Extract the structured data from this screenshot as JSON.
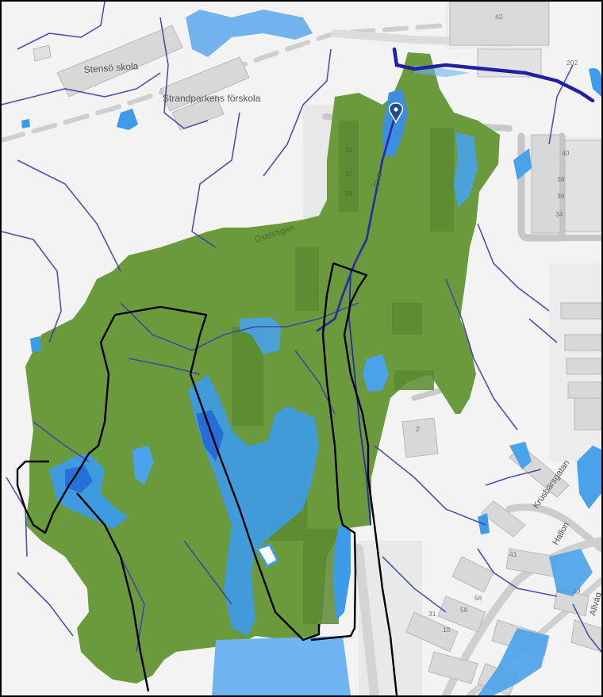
{
  "map": {
    "place_labels": {
      "school": "Stensö skola",
      "preschool": "Strandparkens förskola"
    },
    "street_labels": {
      "oxelstigen": "Oxelstigen",
      "oxel_short": "Oxe",
      "krusbarsgatan": "Krusbärsgatan",
      "hallon": "Hallon",
      "allvag": "Allväg"
    },
    "building_numbers": {
      "b42": "42",
      "b202": "202",
      "b40": "40",
      "b38": "38",
      "b36": "36",
      "b34": "34",
      "b35": "35",
      "b37": "37",
      "b39": "39",
      "b2": "2",
      "b41": "41",
      "b56": "56",
      "b58": "58",
      "b31": "31",
      "b15": "15",
      "b19": "19"
    },
    "colors": {
      "catchment": "#6a9a3c",
      "water": "#3d9be9",
      "water_deep": "#1f63d4",
      "stream": "#3f3fa8",
      "main_stream": "#2a2aa5",
      "building": "#d6d6d6",
      "road": "#c4c4c4",
      "boundary": "#000000",
      "marker": "#1d4f8e"
    },
    "marker_icon": "location-pin-icon"
  }
}
